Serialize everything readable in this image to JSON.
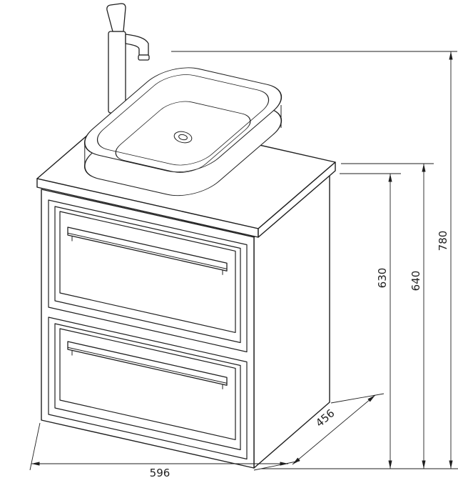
{
  "diagram": {
    "background": "#ffffff",
    "line_color": "#1f1f1f",
    "dims": {
      "width": "596",
      "depth": "456",
      "cabinet_height": "630",
      "counter_height": "640",
      "total_height": "780"
    }
  }
}
